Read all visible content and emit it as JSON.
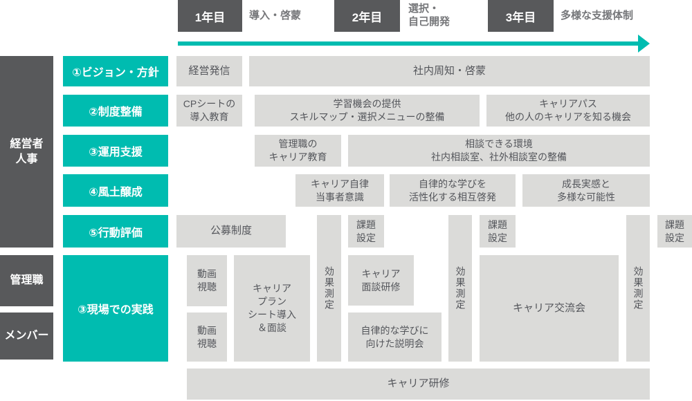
{
  "palette": {
    "teal": "#00BCB0",
    "dark_gray": "#58595B",
    "light_gray": "#DBDBD9",
    "cell_text": "#54565B",
    "phase_text": "#76777A"
  },
  "timeline": {
    "years": [
      {
        "label": "1年目",
        "phase": "導入・啓蒙"
      },
      {
        "label": "2年目",
        "phase": "選択・\n自己開発"
      },
      {
        "label": "3年目",
        "phase": "多様な支援体制"
      }
    ]
  },
  "audience": {
    "exec": "経営者\n人事",
    "manager": "管理職",
    "member": "メンバー"
  },
  "row_labels": [
    "①ビジョン・方針",
    "②制度整備",
    "③運用支援",
    "④風土醸成",
    "⑤行動評価",
    "③現場での実践"
  ],
  "cells": {
    "keiei_hasshin": "経営発信",
    "shanai_shuchi": "社内周知・啓蒙",
    "cp_sheet": "CPシートの\n導入教育",
    "gakushu_kikai": "学習機会の提供\nスキルマップ・選択メニューの整備",
    "career_path": "キャリアパス\n他の人のキャリアを知る機会",
    "kanrishoku_kyoiku": "管理職の\nキャリア教育",
    "sodan_kankyo": "相談できる環境\n社内相談室、社外相談室の整備",
    "career_jiritsu": "キャリア自律\n当事者意識",
    "jiritsu_manabi": "自律的な学びを\n活性化する相互啓発",
    "seicho_jikkan": "成長実感と\n多様な可能性",
    "kobo_seido": "公募制度",
    "kadai_settei": "課題\n設定",
    "kouka_sokutei": "効果測定",
    "doga_shicho": "動画\n視聴",
    "career_plan_sheet": "キャリア\nプラン\nシート導入\n＆面談",
    "career_mendan": "キャリア\n面談研修",
    "jiritsu_setsumeikai": "自律的な学びに\n向けた説明会",
    "career_koryukai": "キャリア交流会",
    "career_kenshu": "キャリア研修"
  }
}
